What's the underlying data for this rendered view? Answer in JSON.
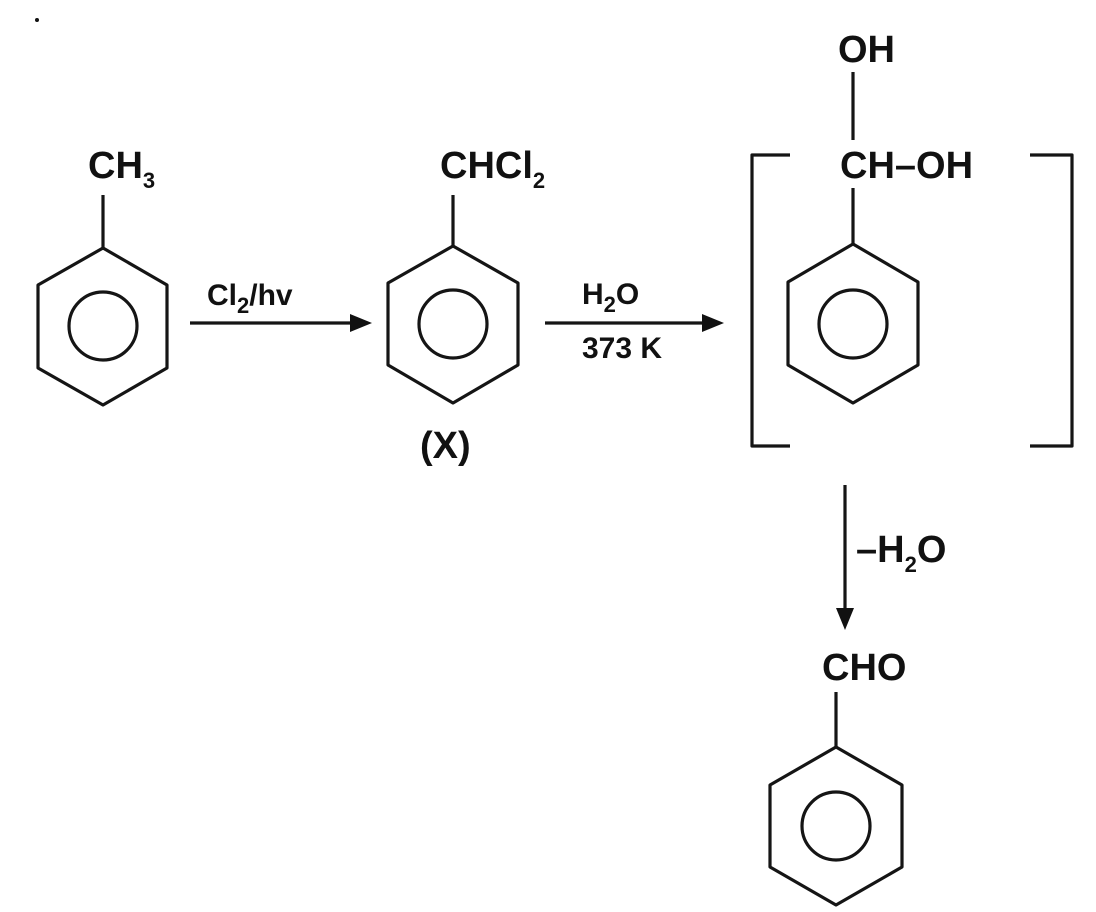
{
  "compounds": {
    "toluene": {
      "substituent": "CH",
      "subscript": "3"
    },
    "x": {
      "substituent_main": "CHCl",
      "subscript": "2",
      "label": "(X)"
    },
    "intermediate": {
      "top_group": "OH",
      "substituent": "CH–OH"
    },
    "product": {
      "substituent": "CHO"
    }
  },
  "reactions": {
    "step1": {
      "reagent_main": "Cl",
      "reagent_sub": "2",
      "reagent_tail": "/hv"
    },
    "step2": {
      "above_main": "H",
      "above_sub": "2",
      "above_tail": "O",
      "below": "373 K"
    },
    "step3": {
      "label_main": "–H",
      "label_sub": "2",
      "label_tail": "O"
    }
  },
  "colors": {
    "ink": "#111111",
    "background": "#ffffff"
  }
}
